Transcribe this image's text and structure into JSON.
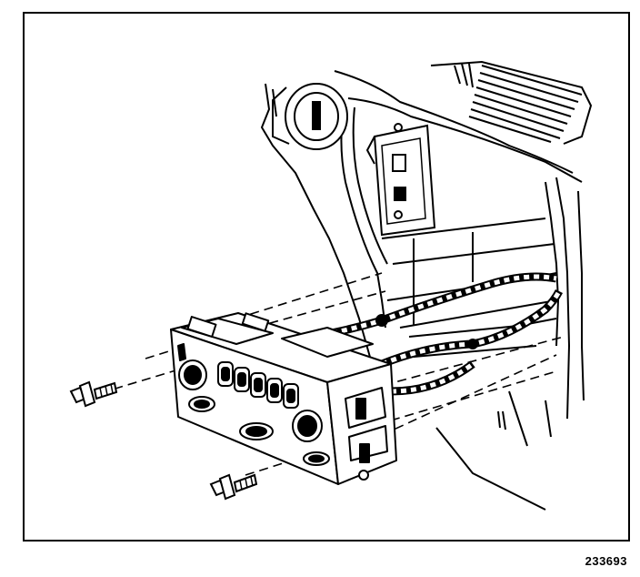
{
  "figure": {
    "figure_number": "233693",
    "colors": {
      "ink": "#000000",
      "paper": "#ffffff",
      "shade": "#444444"
    },
    "parts": [
      {
        "name": "dashboard-opening",
        "icon": "dash-outline"
      },
      {
        "name": "ignition-switch",
        "icon": "round-lock"
      },
      {
        "name": "air-vent",
        "icon": "louver-vent"
      },
      {
        "name": "wiring-harness",
        "icon": "braided-harness"
      },
      {
        "name": "hvac-control-module",
        "icon": "knob-panel"
      },
      {
        "name": "upper-screw",
        "icon": "screw"
      },
      {
        "name": "lower-screw",
        "icon": "screw"
      }
    ]
  }
}
